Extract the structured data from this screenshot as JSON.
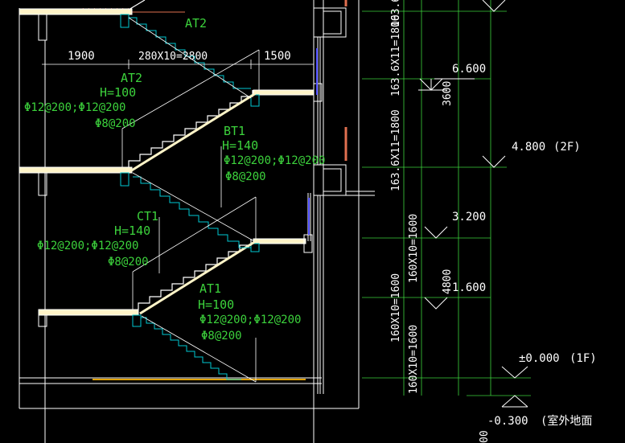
{
  "colors": {
    "background": "#000000",
    "line_white": "#ffffff",
    "line_cyan": "#00c8d2",
    "text_green": "#3cd23c",
    "slab_fill": "#fff4c8",
    "accent_orange": "#e07050",
    "blue": "#5050ff"
  },
  "dims": {
    "d1900": "1900",
    "d280": "280X10=2800",
    "d1500": "1500",
    "v_top": "163.6X",
    "v1": "163.6X11=1800",
    "v2": "163.6X11=1800",
    "v3": "160X10=1600",
    "v4": "160X10=1600",
    "v5": "160X10=1600",
    "v3600": "3600",
    "v4800": "4800",
    "v_bottom": "00"
  },
  "levels": {
    "l6600": "6.600",
    "l4800": "4.800",
    "l4800_tag": "(2F)",
    "l3200": "3.200",
    "l1600": "1.600",
    "l0": "±0.000",
    "l0_tag": "(1F)",
    "lneg": "-0.300",
    "lneg_tag": "(室外地面"
  },
  "annotations": {
    "at2_top": "AT2",
    "at2": {
      "name": "AT2",
      "h": "H=100",
      "r1": "Φ12@200;Φ12@200",
      "r2": "Φ8@200"
    },
    "bt1": {
      "name": "BT1",
      "h": "H=140",
      "r1": "Φ12@200;Φ12@200",
      "r2": "Φ8@200"
    },
    "ct1": {
      "name": "CT1",
      "h": "H=140",
      "r1": "Φ12@200;Φ12@200",
      "r2": "Φ8@200"
    },
    "at1": {
      "name": "AT1",
      "h": "H=100",
      "r1": "Φ12@200;Φ12@200",
      "r2": "Φ8@200"
    }
  }
}
